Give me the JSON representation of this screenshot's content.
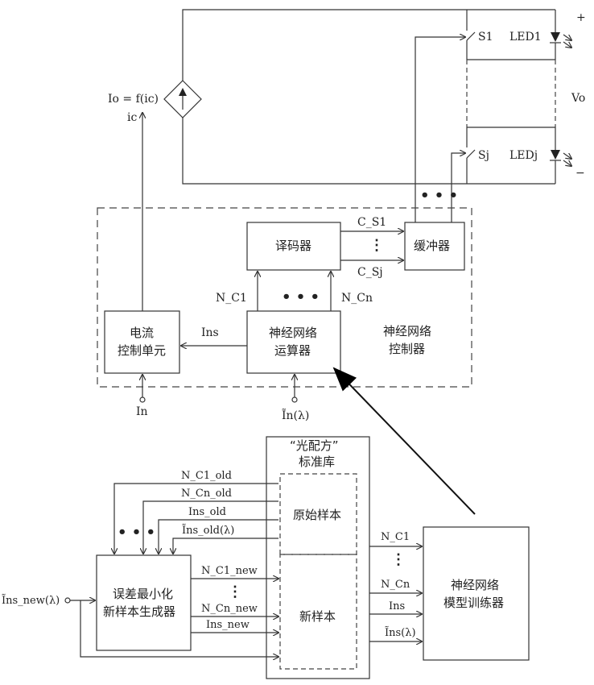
{
  "circuit": {
    "io_formula": "Io = f(ic)",
    "ic": "ic",
    "plus": "+",
    "minus": "−",
    "vo": "Vo",
    "s1": "S1",
    "sj": "Sj",
    "led1": "LED1",
    "ledj": "LEDj"
  },
  "controller": {
    "title_line1": "神经网络",
    "title_line2": "控制器",
    "decoder": "译码器",
    "buffer": "缓冲器",
    "nn_line1": "神经网络",
    "nn_line2": "运算器",
    "current_line1": "电流",
    "current_line2": "控制单元",
    "c_s1": "C_S1",
    "c_sj": "C_Sj",
    "n_c1": "N_C1",
    "n_cn": "N_Cn",
    "ins": "Ins",
    "in": "In",
    "in_lambda": "Ĩn(λ)"
  },
  "library": {
    "title_line1": "“光配方”",
    "title_line2": "标准库",
    "original": "原始样本",
    "new_sample": "新样本"
  },
  "generator": {
    "line1": "误差最小化",
    "line2": "新样本生成器",
    "input": "Ĩns_new(λ)",
    "n_c1_old": "N_C1_old",
    "n_cn_old": "N_Cn_old",
    "ins_old": "Ins_old",
    "ins_old_lambda": "Ĩns_old(λ)",
    "n_c1_new": "N_C1_new",
    "n_cn_new": "N_Cn_new",
    "ins_new": "Ins_new"
  },
  "trainer": {
    "line1": "神经网络",
    "line2": "模型训练器",
    "n_c1": "N_C1",
    "n_cn": "N_Cn",
    "ins": "Ins",
    "ins_lambda": "Ĩns(λ)"
  },
  "ellipsis": "• • •",
  "vdots": "⋮"
}
